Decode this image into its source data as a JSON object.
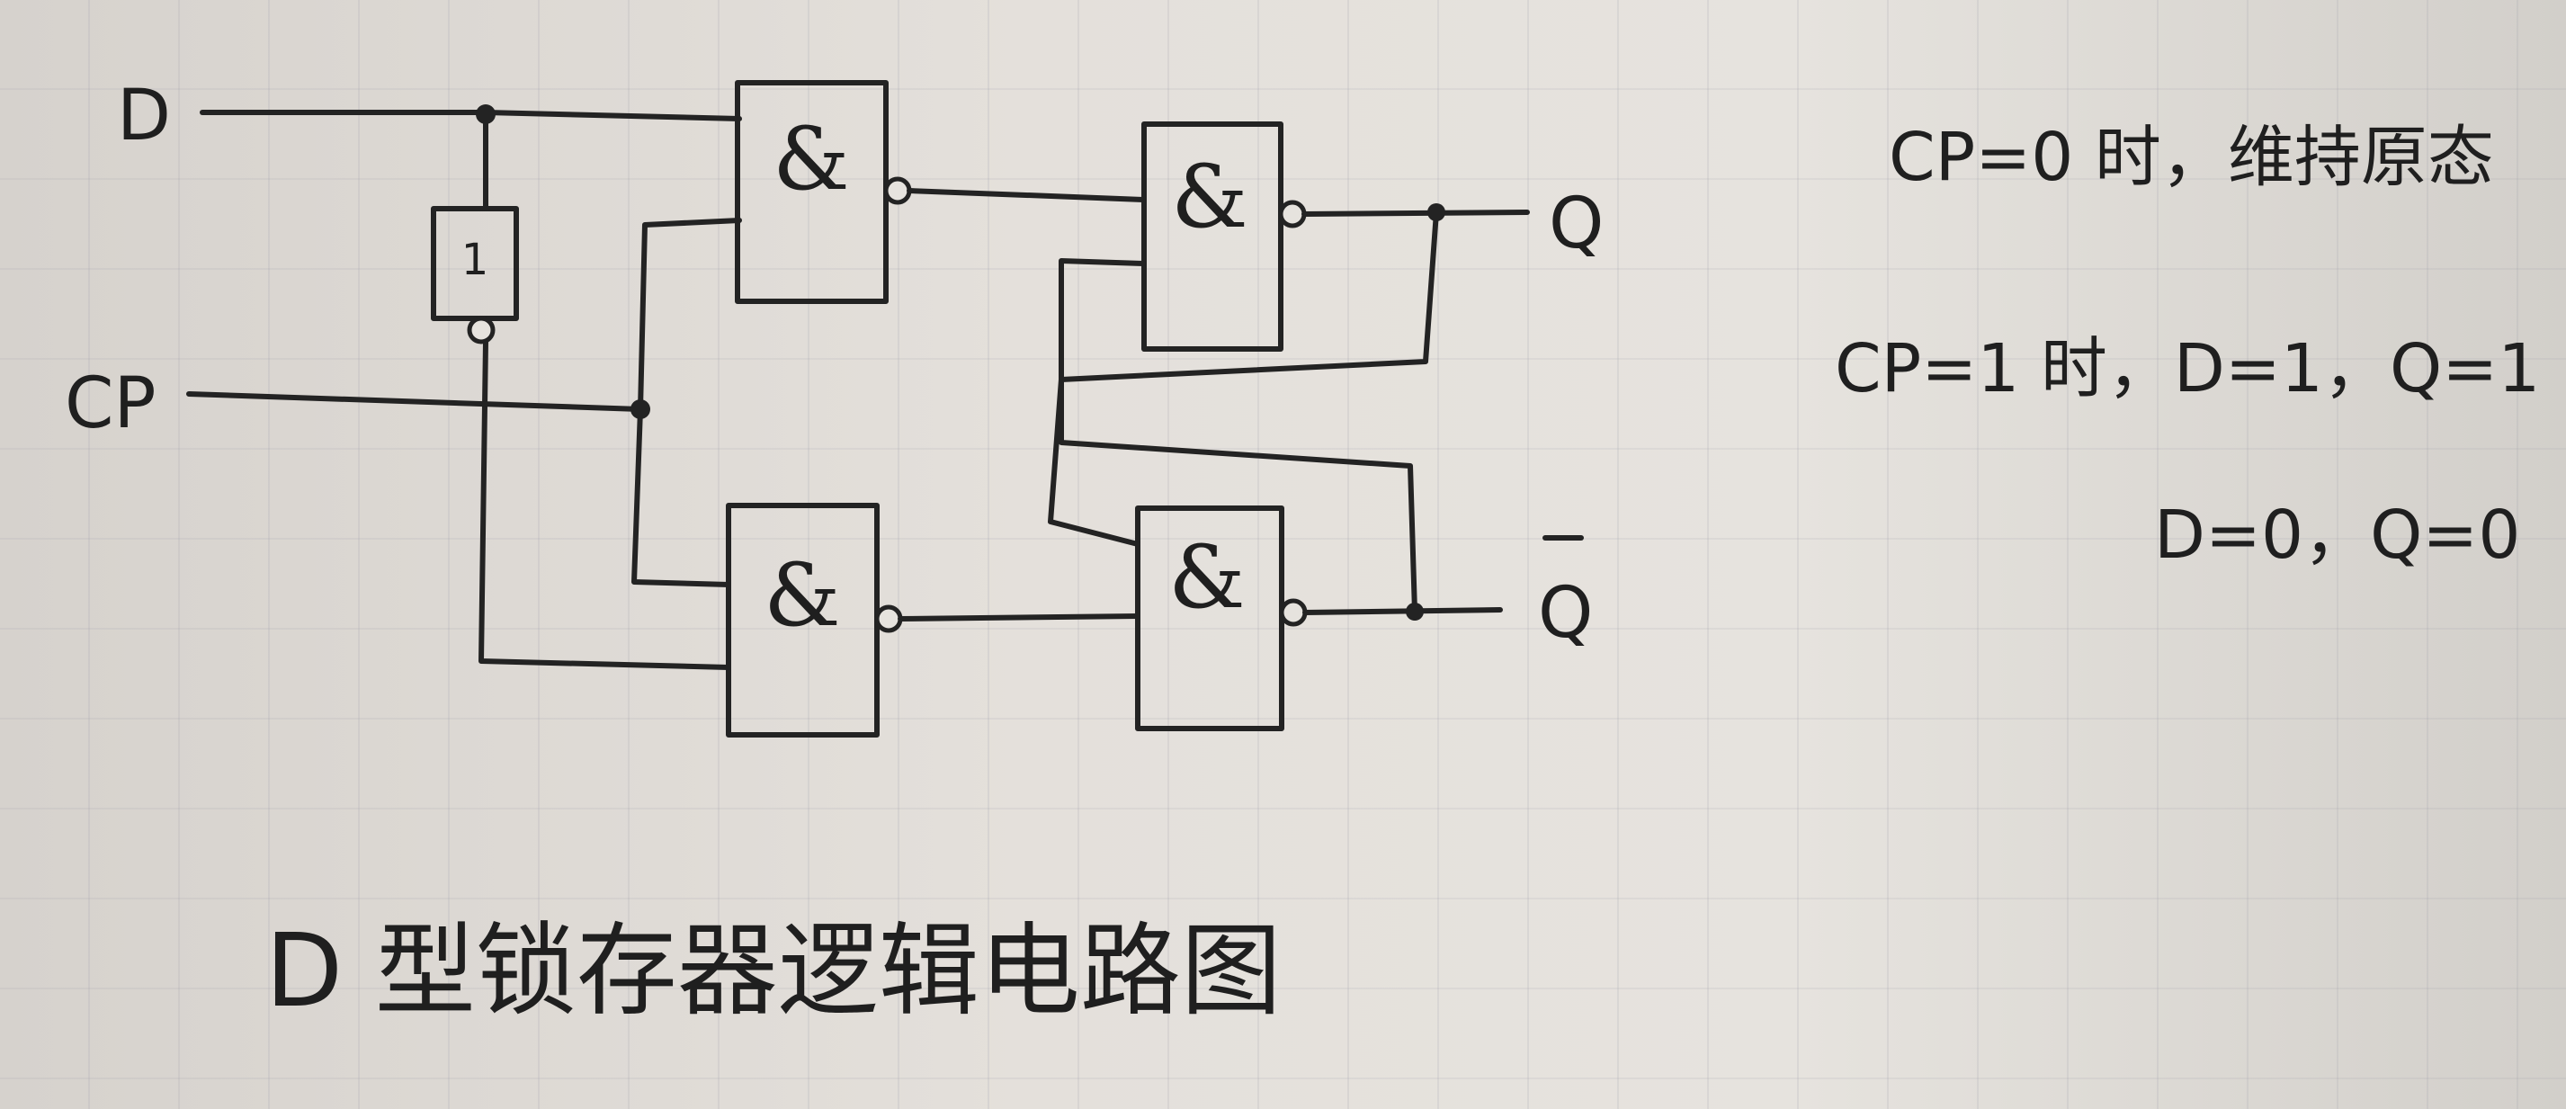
{
  "diagram": {
    "inputs": {
      "d": "D",
      "cp": "CP"
    },
    "outputs": {
      "q": "Q",
      "q_bar": "Q"
    },
    "gates": {
      "and_symbol": "&",
      "not_symbol": "1"
    },
    "notes": {
      "line1": "CP=0 时，维持原态",
      "line2": "CP=1 时，D=1，Q=1",
      "line3": "D=0，Q=0"
    },
    "title": "D 型锁存器逻辑电路图"
  }
}
